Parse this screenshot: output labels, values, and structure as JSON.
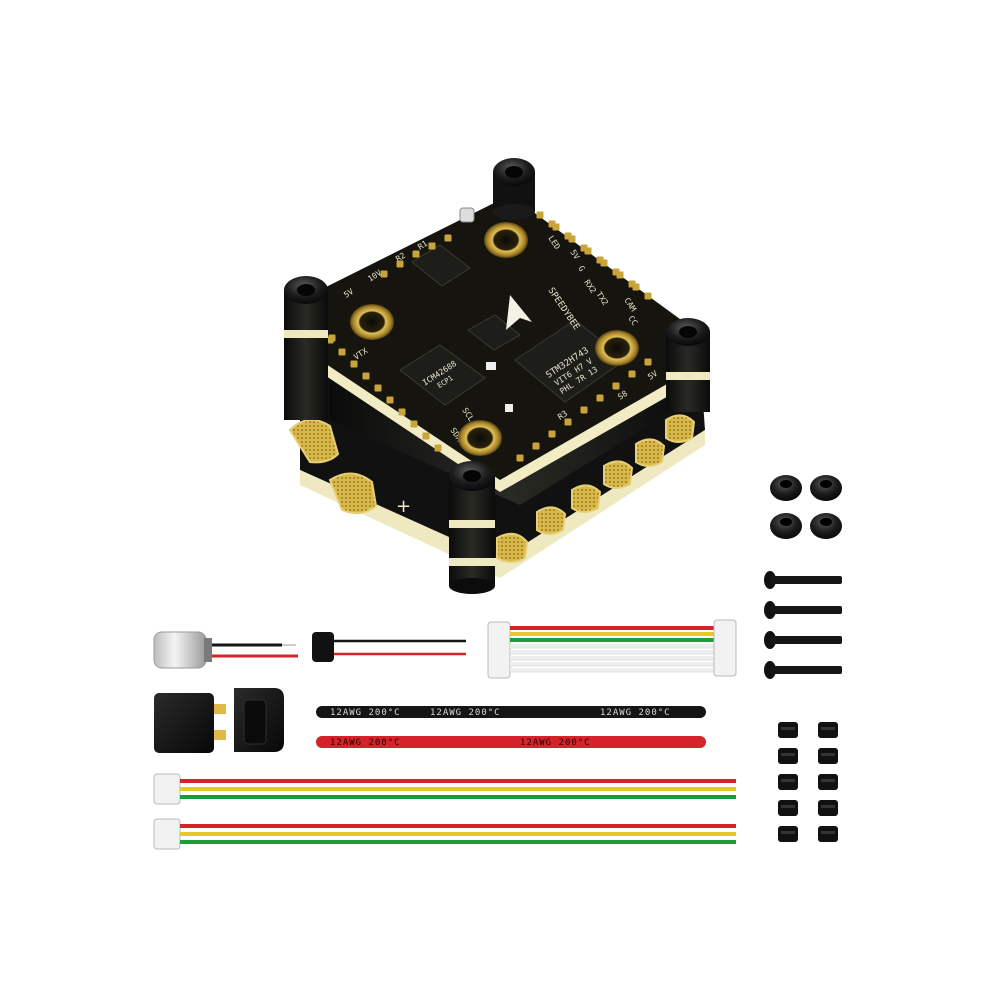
{
  "fc_board": {
    "brand": "SPEEDYBEE",
    "mcu_marking": [
      "STM32H743",
      "VIT6 H7 V",
      "PHL 7R 13"
    ],
    "gyro_marking": [
      "ICM42688",
      "ECP1"
    ],
    "silkscreen": [
      "LED",
      "5V",
      "G",
      "RX2",
      "TX2",
      "CAM",
      "CC",
      "10V",
      "5V",
      "R2",
      "R1",
      "VTX",
      "SDA",
      "SCL",
      "R3",
      "S8",
      "5V"
    ]
  },
  "wires": {
    "black_silicone_label": "12AWG 200°C",
    "red_silicone_label": "12AWG 200°C"
  },
  "colors": {
    "pcb": "#14140f",
    "pad_gold": "#c8a43a",
    "edge_cream": "#f1ecc4",
    "wire_red": "#d4232a",
    "wire_yellow": "#e7c729",
    "wire_green": "#1e9b3a",
    "wire_black": "#151515",
    "wire_white": "#eeeeee"
  }
}
